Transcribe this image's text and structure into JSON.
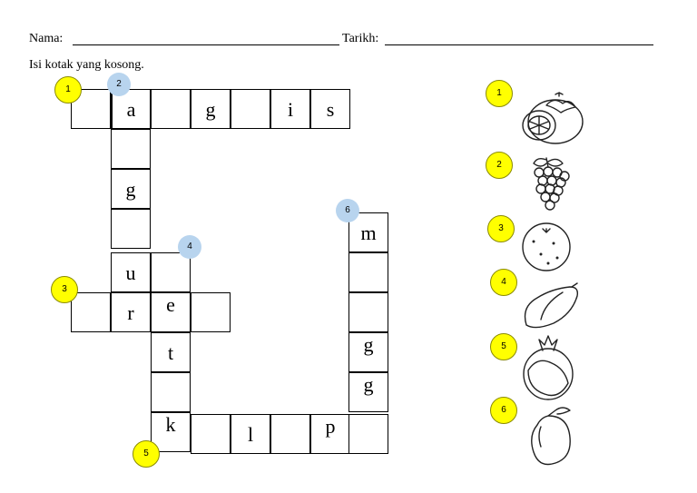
{
  "header": {
    "name_label": "Nama: ",
    "date_label": "Tarikh:",
    "instruction": "Isi kotak yang kosong."
  },
  "puzzle": {
    "clues": [
      "1",
      "2",
      "3",
      "4",
      "5",
      "6"
    ],
    "across_1": [
      "",
      "a",
      "",
      "g",
      "",
      "i",
      "s"
    ],
    "down_2_letters": [
      "",
      "g",
      "",
      "u",
      "r"
    ],
    "across_3": [
      "",
      "",
      "",
      ""
    ],
    "down_4": [
      "e",
      "t",
      "",
      "k"
    ],
    "across_5": [
      "",
      "l",
      "",
      "p",
      ""
    ],
    "down_6": [
      "m",
      "",
      "",
      "g",
      "g"
    ]
  },
  "legend": {
    "numbers": [
      "1",
      "2",
      "3",
      "4",
      "5",
      "6"
    ],
    "fruits": [
      "mangosteen-icon",
      "grapes-icon",
      "orange-icon",
      "papaya-icon",
      "pomegranate-icon",
      "mango-icon"
    ]
  },
  "colors": {
    "badge_yellow": "#ffff00",
    "badge_blue": "#b8d4ee"
  }
}
